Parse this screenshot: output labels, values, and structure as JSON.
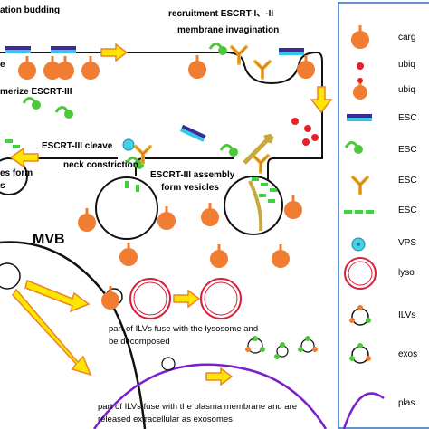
{
  "steps": {
    "budding": "ation budding",
    "recruitment": "recruitment ESCRT-I、-II",
    "invagination": "membrane invagination",
    "left_clip": "e",
    "polymerize": "merize ESCRT-III",
    "cleave": "ESCRT-III cleave",
    "neck": "neck constriction",
    "ilv_form_1": "es form",
    "ilv_form_2": "s",
    "assembly_1": "ESCRT-III assembly",
    "assembly_2": "form vesicles",
    "mvb": "MVB",
    "lysosome_fate_1": "part of ILVs fuse with the lysosome and",
    "lysosome_fate_2": "be decomposed",
    "exosome_fate_1": "part of ILVs fuse with the plasma membrane and are",
    "exosome_fate_2": "released extracellular as exosomes"
  },
  "legend": {
    "cargo": "carg",
    "ubiquitin": "ubiq",
    "ubiquitinated_cargo": "ubiq",
    "escrt_0": "ESC",
    "escrt_i": "ESC",
    "escrt_ii": "ESC",
    "escrt_iii": "ESC",
    "vps4": "VPS",
    "lysosome": "lyso",
    "ilv": "ILVs",
    "exosome": "exos",
    "plasma": "plas"
  },
  "colors": {
    "cargo": "#F07D32",
    "ubiquitin": "#E8202A",
    "escrt_0_top": "#3A2D9A",
    "escrt_0_bottom": "#37C6E6",
    "escrt_i": "#4DC83A",
    "escrt_ii": "#F0B030",
    "escrt_iii": "#3CD33C",
    "vps4": "#43D3E2",
    "lysosome": "#D8203A",
    "plasma": "#7A1FCB",
    "arrow_fill": "#FFE600",
    "arrow_stroke": "#E8852A",
    "legend_border": "#2E6FBF"
  }
}
